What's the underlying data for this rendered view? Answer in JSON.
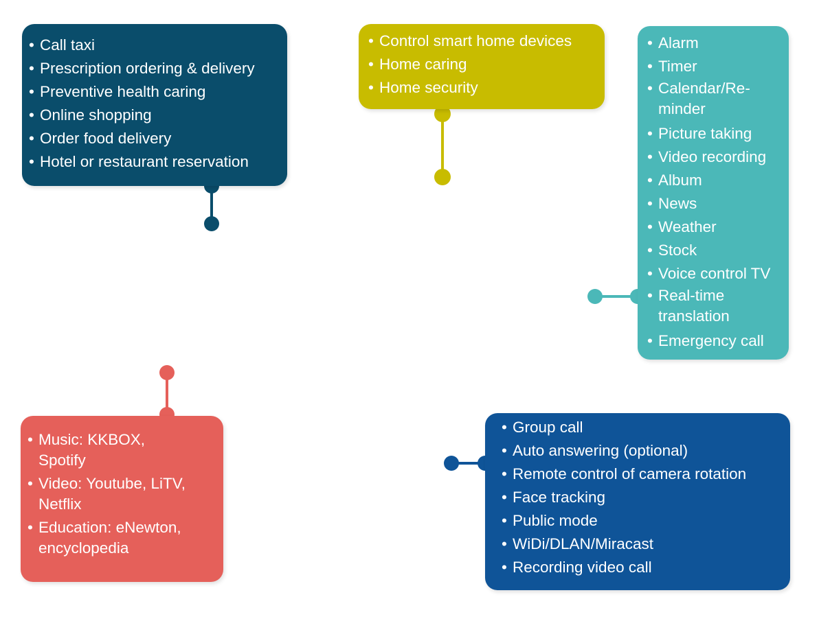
{
  "boxes": {
    "services": {
      "color": "#0a4d6b",
      "items": [
        "Call taxi",
        "Prescription ordering & delivery",
        "Preventive health caring",
        "Online shopping",
        "Order food delivery",
        "Hotel or restaurant reservation"
      ]
    },
    "home": {
      "color": "#c8bc00",
      "items": [
        "Control smart home devices",
        "Home caring",
        "Home security"
      ]
    },
    "daily": {
      "color": "#4bb8b8",
      "items": [
        "Alarm",
        "Timer",
        "Calendar/Re-",
        "minder",
        "Picture taking",
        "Video recording",
        "Album",
        "News",
        "Weather",
        "Stock",
        "Voice control TV",
        "Real-time",
        "translation",
        "Emergency call"
      ]
    },
    "entertainment": {
      "color": "#e5605a",
      "items": [
        "Music: KKBOX,",
        "Spotify",
        "Video: Youtube, LiTV,",
        "Netflix",
        "Education: eNewton,",
        "encyclopedia"
      ]
    },
    "video_call": {
      "color": "#0f5498",
      "items": [
        "Group call",
        "Auto answering (optional)",
        "Remote control of camera rotation",
        "Face tracking",
        "Public mode",
        "WiDi/DLAN/Miracast",
        "Recording video call"
      ]
    }
  },
  "bullet": "•"
}
